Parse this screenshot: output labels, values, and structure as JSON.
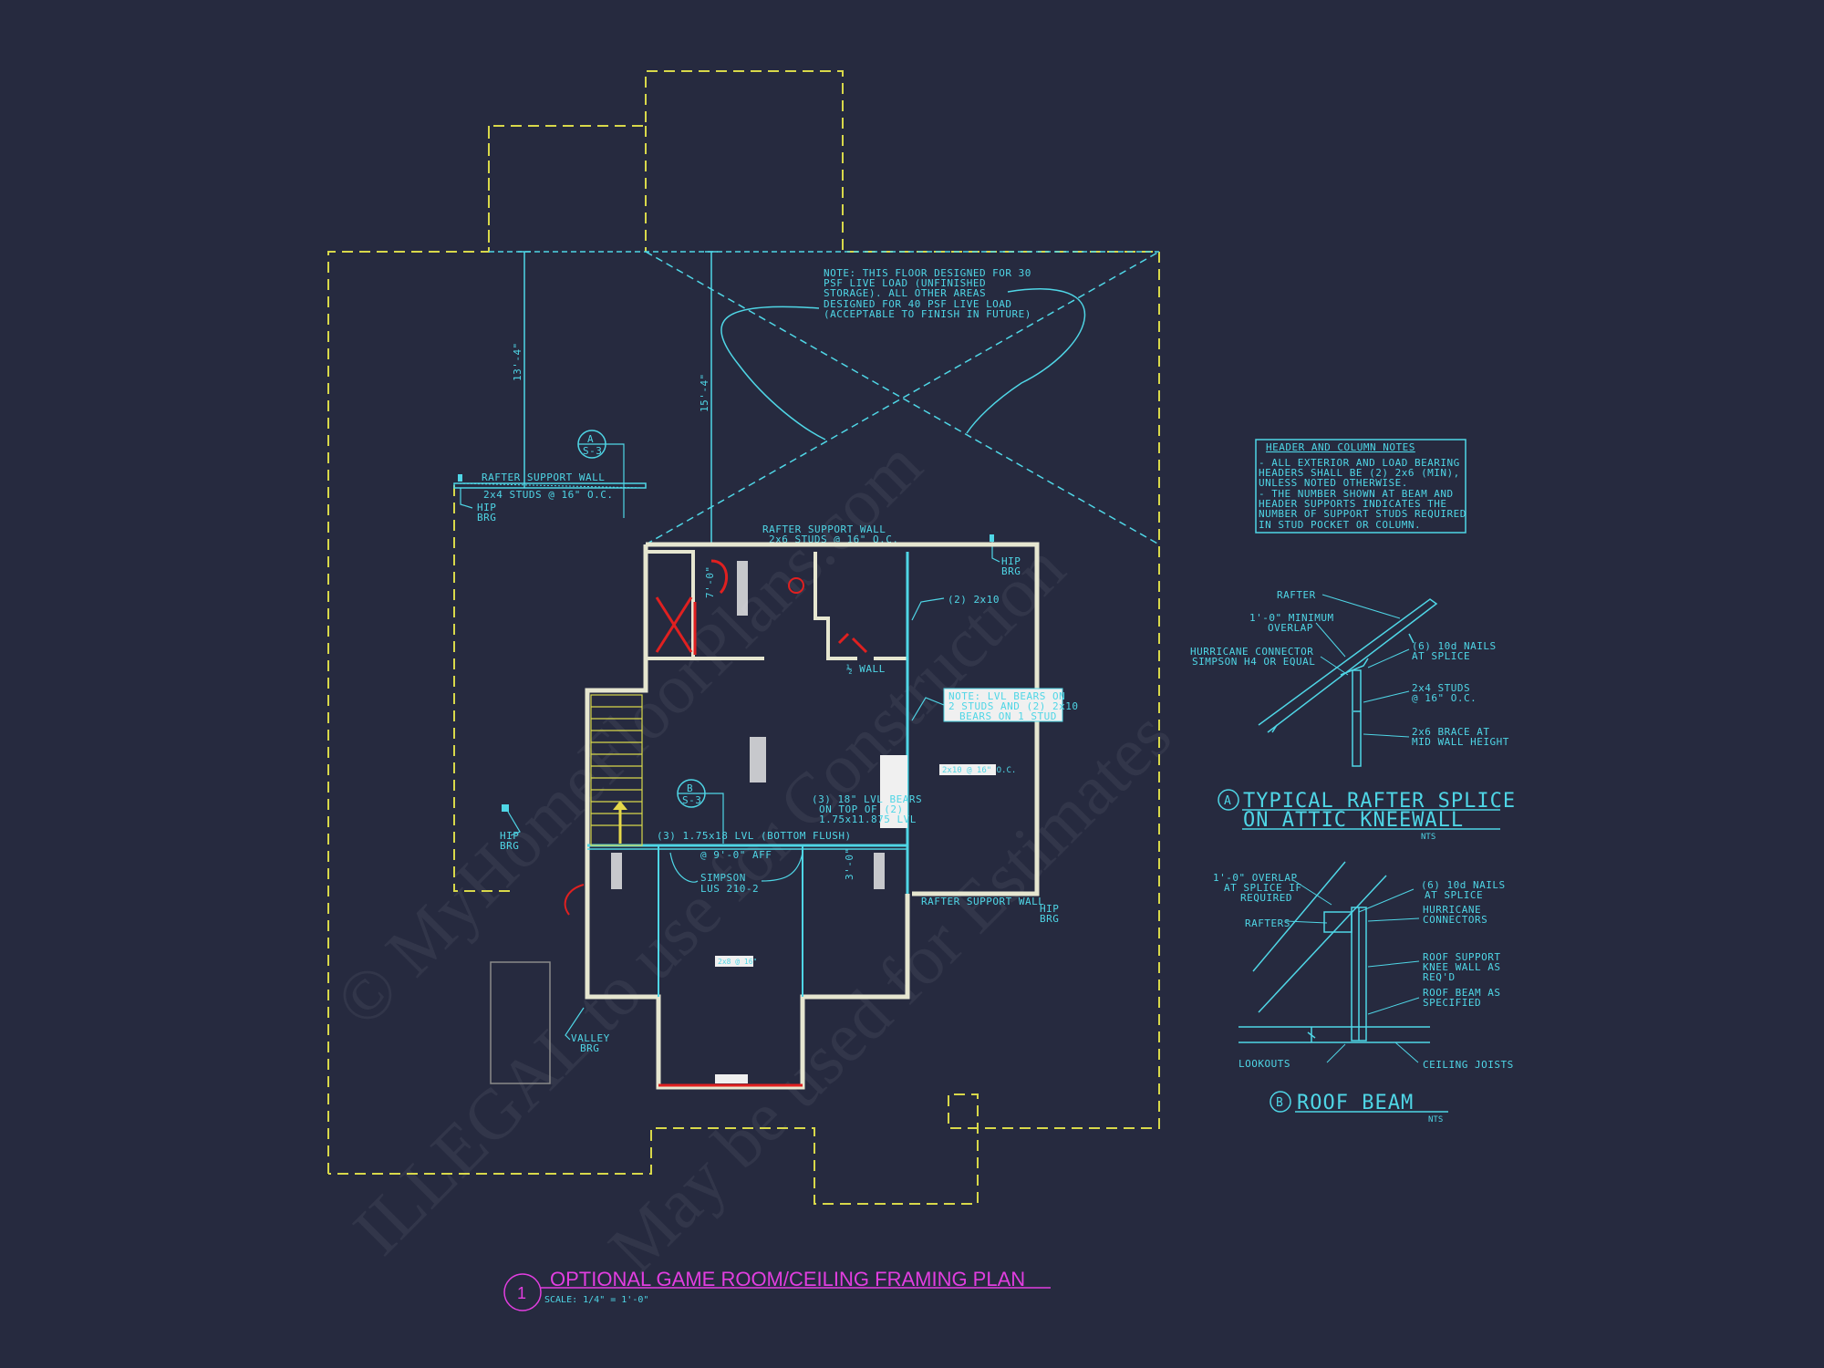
{
  "watermark": {
    "line1": "© MyHomeFloorPlans.com",
    "line2": "ILLEGAL to use for Construction",
    "line3": "May be used for Estimates"
  },
  "drawing": {
    "title": "OPTIONAL GAME ROOM/CEILING FRAMING PLAN",
    "number": "1",
    "scale": "SCALE: 1/4\" = 1'-0\""
  },
  "notes": {
    "floor_note": [
      "NOTE: THIS FLOOR DESIGNED FOR 30",
      "PSF LIVE LOAD (UNFINISHED",
      "STORAGE). ALL OTHER AREAS",
      "DESIGNED FOR 40 PSF LIVE LOAD",
      "(ACCEPTABLE TO FINISH IN FUTURE)"
    ],
    "header_title": "HEADER AND COLUMN NOTES",
    "header_lines": [
      "- ALL EXTERIOR AND LOAD BEARING",
      "HEADERS SHALL BE (2) 2x6 (MIN),",
      "UNLESS NOTED OTHERWISE.",
      "- THE NUMBER SHOWN AT BEAM AND",
      "HEADER SUPPORTS INDICATES THE",
      "NUMBER OF SUPPORT STUDS REQUIRED",
      "IN STUD POCKET OR COLUMN."
    ],
    "lvl_note": [
      "NOTE: LVL BEARS ON",
      "2 STUDS AND (2) 2x10",
      "BEARS ON 1 STUD"
    ]
  },
  "plan_labels": {
    "dim_left": "13'-4\"",
    "dim_center": "15'-4\"",
    "dim_small1": "7'-0\"",
    "dim_small2": "3'-0\"",
    "rafter_wall_left_1": "RAFTER SUPPORT WALL",
    "rafter_wall_left_2": "2x4 STUDS @ 16\" O.C.",
    "rafter_wall_top_1": "RAFTER SUPPORT WALL",
    "rafter_wall_top_2": "2x6 STUDS @ 16\" O.C.",
    "rafter_wall_bottom": "RAFTER SUPPORT WALL",
    "hip": "HIP",
    "brg": "BRG",
    "valley": "VALLEY",
    "two_2x10": "(2) 2x10",
    "half_wall": "½ WALL",
    "lvl_18_1": "(3) 18\" LVL BEARS",
    "lvl_18_2": "ON TOP OF (2)",
    "lvl_18_3": "1.75x11.875 LVL",
    "lvl_bottom": "(3) 1.75x18 LVL (BOTTOM FLUSH)",
    "aff": "@ 9'-0\" AFF",
    "simpson_1": "SIMPSON",
    "simpson_2": "LUS 210-2",
    "joist_tag": "2x10 @ 16\" O.C.",
    "joist_tag_2": "2x8 @ 16\"",
    "bubble_a_top": "A",
    "bubble_a_bot": "S-3",
    "bubble_b_top": "B",
    "bubble_b_bot": "S-3"
  },
  "detail_a": {
    "letter": "A",
    "title_1": "TYPICAL RAFTER SPLICE",
    "title_2": "ON ATTIC KNEEWALL",
    "nts": "NTS",
    "rafter": "RAFTER",
    "overlap_1": "1'-0\" MINIMUM",
    "overlap_2": "OVERLAP",
    "hurricane_1": "HURRICANE CONNECTOR",
    "hurricane_2": "SIMPSON H4 OR EQUAL",
    "nails_1": "(6) 10d NAILS",
    "nails_2": "AT SPLICE",
    "studs_1": "2x4 STUDS",
    "studs_2": "@ 16\" O.C.",
    "brace_1": "2x6 BRACE AT",
    "brace_2": "MID WALL HEIGHT"
  },
  "detail_b": {
    "letter": "B",
    "title": "ROOF BEAM",
    "nts": "NTS",
    "overlap_1": "1'-0\" OVERLAP",
    "overlap_2": "AT SPLICE IF",
    "overlap_3": "REQUIRED",
    "rafters": "RAFTERS",
    "nails_1": "(6) 10d NAILS",
    "nails_2": "AT SPLICE",
    "hurricane_1": "HURRICANE",
    "hurricane_2": "CONNECTORS",
    "support_1": "ROOF SUPPORT",
    "support_2": "KNEE WALL AS",
    "support_3": "REQ'D",
    "beam_1": "ROOF BEAM AS",
    "beam_2": "SPECIFIED",
    "lookouts": "LOOKOUTS",
    "ceiling": "CEILING JOISTS"
  },
  "colors": {
    "background": "#262a3f",
    "cyan": "#4fd6e6",
    "yellow_dashed": "#d8d84a",
    "walls": "#e6e6d0",
    "red": "#e02020",
    "magenta": "#e23ee0"
  }
}
